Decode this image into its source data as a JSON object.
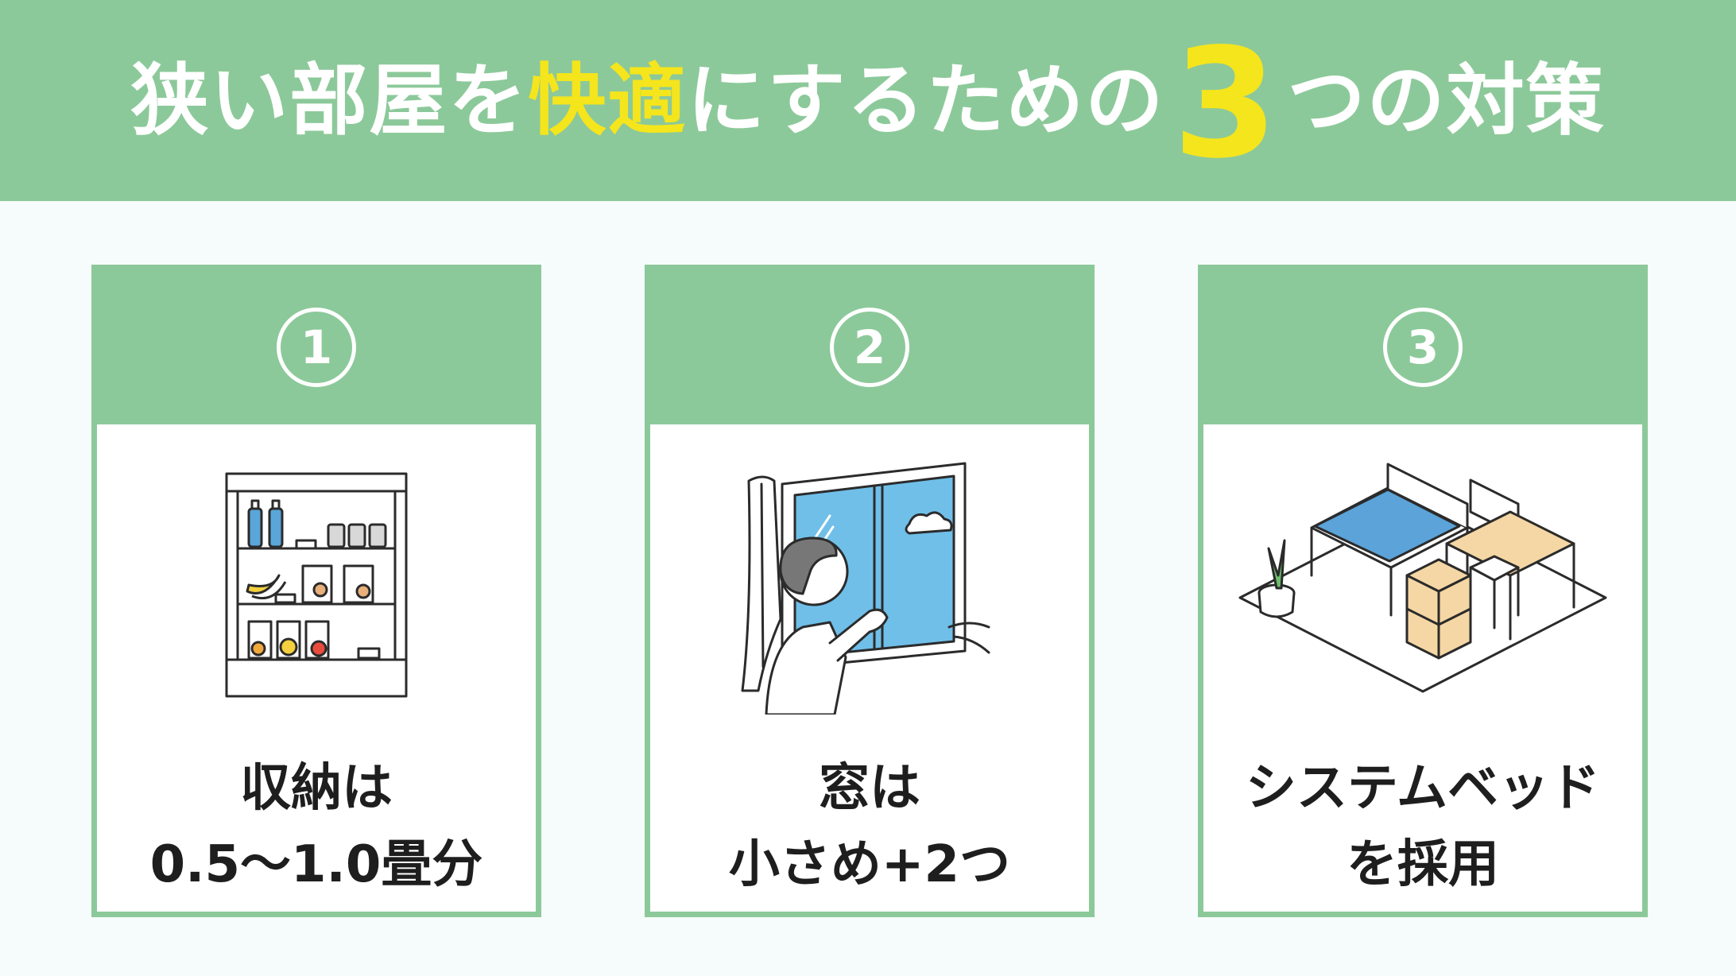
{
  "header": {
    "title_part1": "狭い部屋を",
    "title_highlight": "快適",
    "title_part2": "にするための",
    "title_number": "3",
    "title_part3": "つの対策",
    "highlight_color": "#f5e51c"
  },
  "cards": [
    {
      "number": "1",
      "line1": "収納は",
      "line2": "0.5〜1.0畳分",
      "icon": "storage-shelf-icon"
    },
    {
      "number": "2",
      "line1": "窓は",
      "line2": "小さめ+2つ",
      "icon": "window-person-icon"
    },
    {
      "number": "3",
      "line1": "システムベッド",
      "line2": "を採用",
      "icon": "system-bed-room-icon"
    }
  ],
  "colors": {
    "brand_green": "#8cc99a",
    "background": "#f6fbfb",
    "text": "#1e1e1e"
  }
}
